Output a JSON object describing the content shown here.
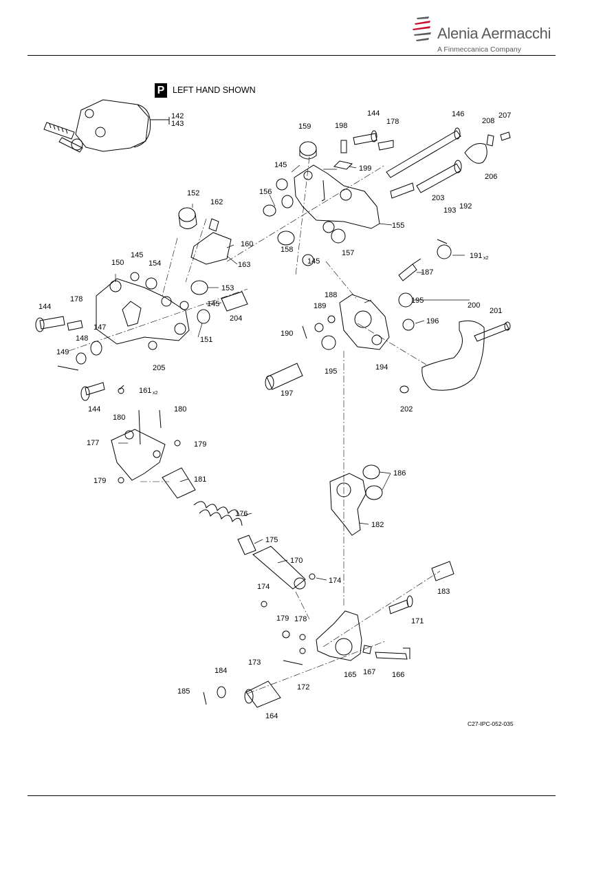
{
  "header": {
    "logo_name": "Alenia Aermacchi",
    "logo_tagline": "A Finmeccanica Company",
    "logo_color": "#58595b"
  },
  "figure": {
    "view_badge": "P",
    "view_note": "LEFT HAND SHOWN",
    "reference": "C27-IPC-052-035"
  },
  "callouts": [
    "142",
    "143",
    "144",
    "178",
    "198",
    "146",
    "207",
    "208",
    "206",
    "159",
    "145",
    "199",
    "203",
    "193",
    "192",
    "156",
    "152",
    "162",
    "155",
    "157",
    "145",
    "191",
    "187",
    "158",
    "160",
    "163",
    "150",
    "145",
    "154",
    "153",
    "145",
    "188",
    "195",
    "189",
    "200",
    "201",
    "196",
    "178",
    "144",
    "147",
    "204",
    "151",
    "190",
    "148",
    "149",
    "205",
    "194",
    "195",
    "197",
    "202",
    "161",
    "144",
    "180",
    "180",
    "177",
    "179",
    "179",
    "181",
    "186",
    "176",
    "182",
    "175",
    "170",
    "174",
    "174",
    "183",
    "179",
    "178",
    "171",
    "173",
    "165",
    "167",
    "166",
    "172",
    "184",
    "185",
    "164"
  ],
  "callout_suffix": "x2"
}
